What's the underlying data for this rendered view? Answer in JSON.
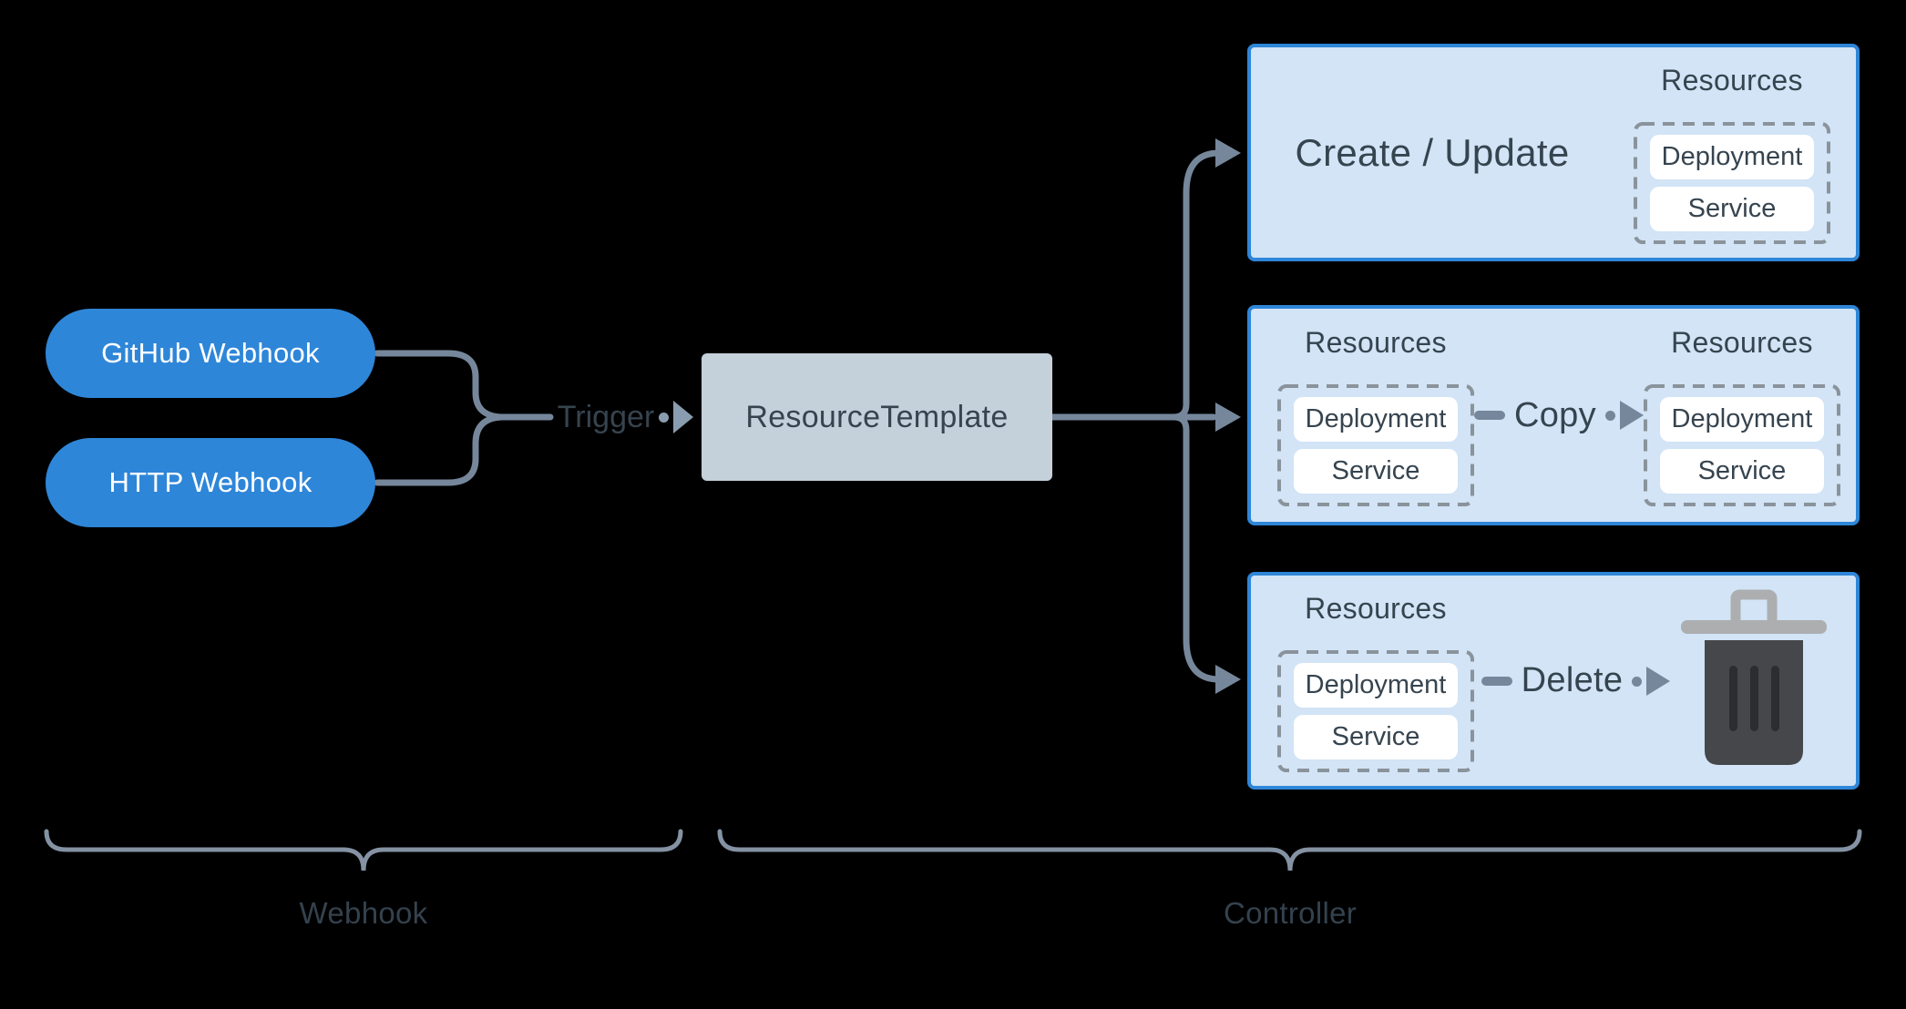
{
  "diagram": {
    "background": "#000000",
    "colors": {
      "accent_blue": "#2E86D8",
      "panel_fill": "#D2E4F6",
      "template_fill": "#C4D0DA",
      "text_dark": "#36444F",
      "connector_gray": "#76879B",
      "brace_gray": "#8492A3",
      "dashed_gray": "#8A939B",
      "item_white": "#FFFFFF",
      "trash_body": "#45474A",
      "trash_lid": "#ACAEB0"
    }
  },
  "webhook_group": {
    "brace_label": "Webhook",
    "nodes": [
      {
        "label": "GitHub Webhook"
      },
      {
        "label": "HTTP Webhook"
      }
    ]
  },
  "trigger": {
    "label": "Trigger"
  },
  "template_node": {
    "label": "ResourceTemplate"
  },
  "controller_group": {
    "brace_label": "Controller",
    "create_box": {
      "title": "Create / Update",
      "resources": {
        "label": "Resources",
        "items": [
          "Deployment",
          "Service"
        ]
      }
    },
    "copy_box": {
      "action": "Copy",
      "source": {
        "label": "Resources",
        "items": [
          "Deployment",
          "Service"
        ]
      },
      "target": {
        "label": "Resources",
        "items": [
          "Deployment",
          "Service"
        ]
      }
    },
    "delete_box": {
      "action": "Delete",
      "resources": {
        "label": "Resources",
        "items": [
          "Deployment",
          "Service"
        ]
      }
    }
  }
}
